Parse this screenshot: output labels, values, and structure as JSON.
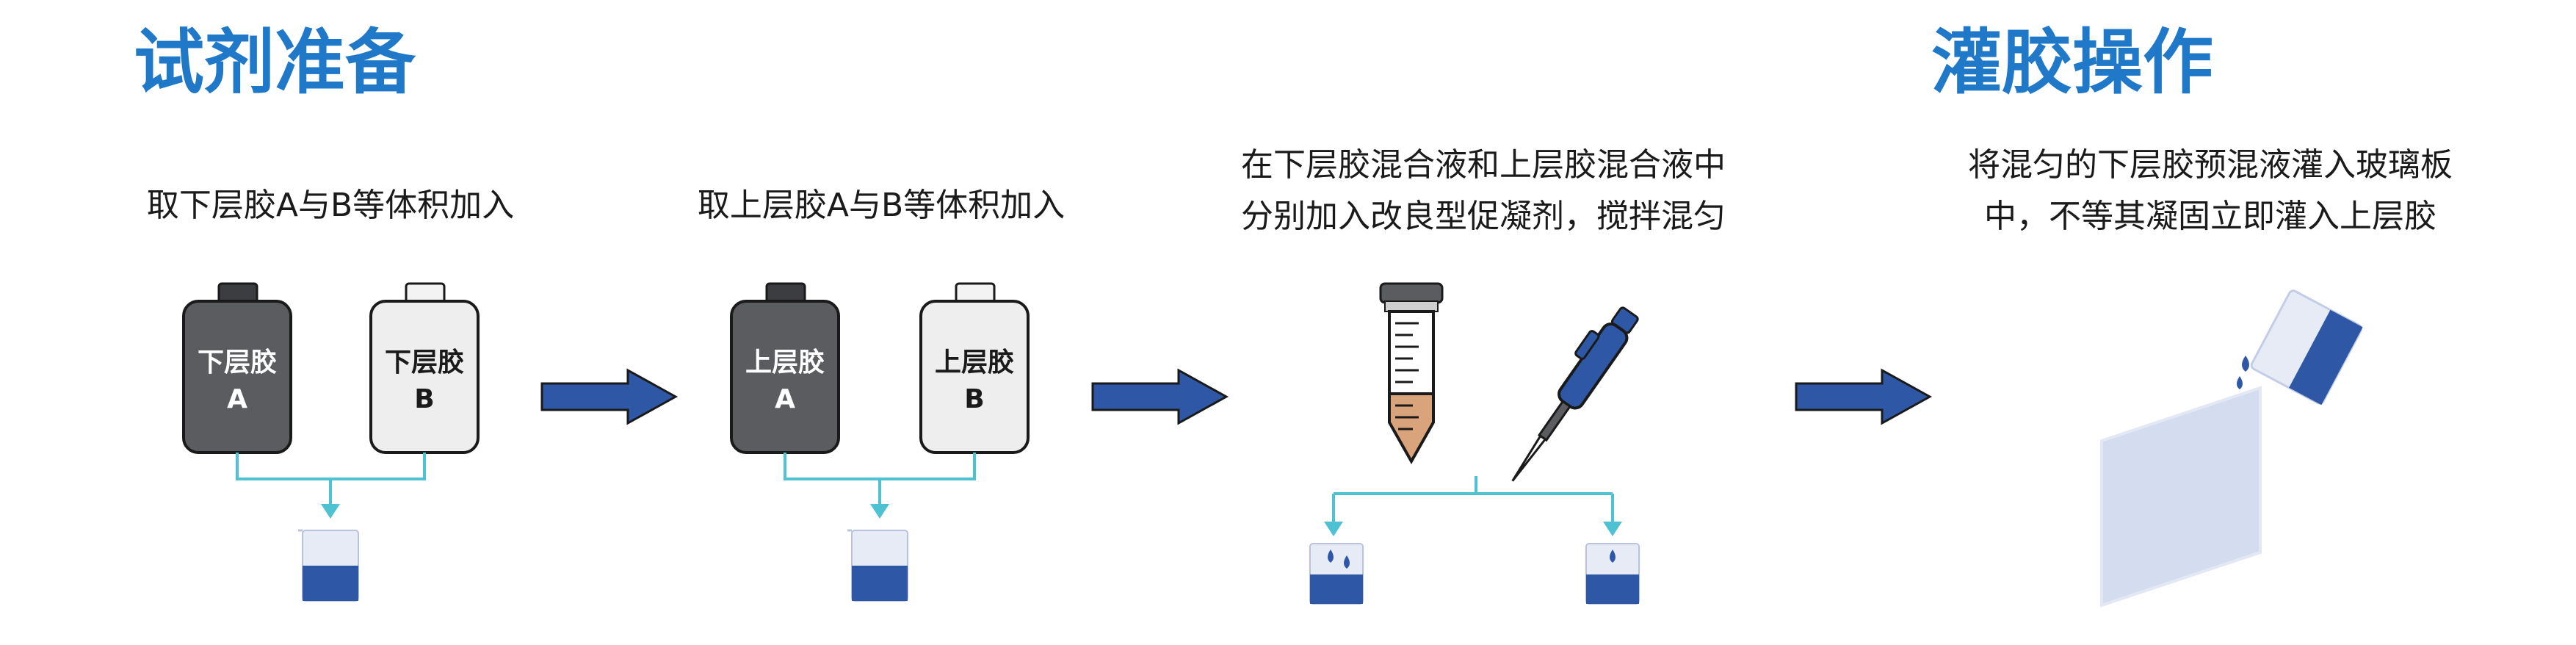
{
  "headings": {
    "prep": "试剂准备",
    "pour": "灌胶操作"
  },
  "steps": [
    {
      "text": "取下层胶A与B等体积加入"
    },
    {
      "text": "取上层胶A与B等体积加入"
    },
    {
      "lines": [
        "在下层胶混合液和上层胶混合液中",
        "分别加入改良型促凝剂，搅拌混匀"
      ]
    },
    {
      "lines": [
        "将混匀的下层胶预混液灌入玻璃板",
        "中，不等其凝固立即灌入上层胶"
      ]
    }
  ],
  "bottles": {
    "lower_a": {
      "name": "下层胶",
      "letter": "A"
    },
    "lower_b": {
      "name": "下层胶",
      "letter": "B"
    },
    "upper_a": {
      "name": "上层胶",
      "letter": "A"
    },
    "upper_b": {
      "name": "上层胶",
      "letter": "B"
    }
  },
  "colors": {
    "heading": "#1f78c8",
    "dark_bottle": "#5a5c60",
    "light_bottle": "#eeeeee",
    "arrow": "#2e58a6",
    "connector": "#4ec1d3",
    "liquid": "#2e58a6",
    "tube_fill": "#d9a37c",
    "glass": "#d4dcf0"
  },
  "icons": [
    "arrow-right-icon",
    "centrifuge-tube-icon",
    "pipette-icon",
    "beaker-icon",
    "glass-plate-icon"
  ]
}
